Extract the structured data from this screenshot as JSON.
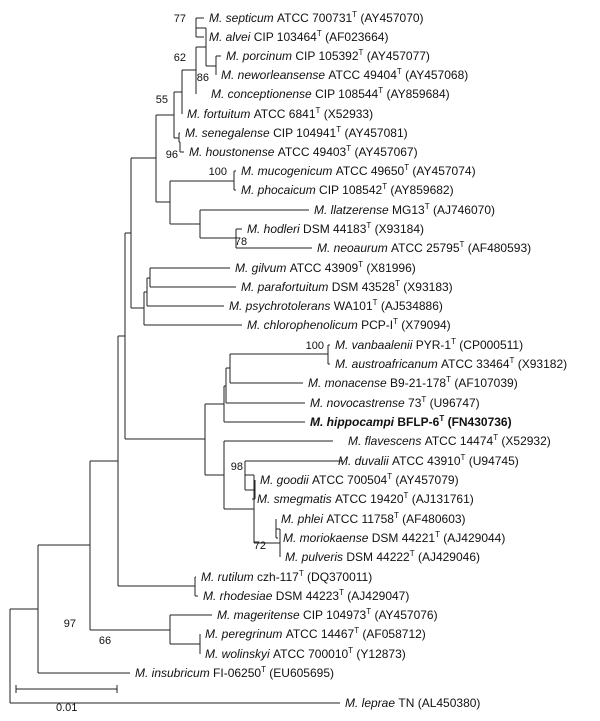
{
  "tree": {
    "taxa": [
      {
        "species": "M. septicum",
        "strain": "ATCC 700731",
        "type": "T",
        "acc": "(AY457070)"
      },
      {
        "species": "M. alvei",
        "strain": "CIP 103464",
        "type": "T",
        "acc": "(AF023664)"
      },
      {
        "species": "M. porcinum",
        "strain": "CIP 105392",
        "type": "T",
        "acc": "(AY457077)"
      },
      {
        "species": "M. neworleansense",
        "strain": "ATCC 49404",
        "type": "T",
        "acc": "(AY457068)"
      },
      {
        "species": "M. conceptionense",
        "strain": "CIP 108544",
        "type": "T",
        "acc": "(AY859684)"
      },
      {
        "species": "M. fortuitum",
        "strain": "ATCC 6841",
        "type": "T",
        "acc": "(X52933)"
      },
      {
        "species": "M. senegalense",
        "strain": "CIP 104941",
        "type": "T",
        "acc": "(AY457081)"
      },
      {
        "species": "M. houstonense",
        "strain": "ATCC 49403",
        "type": "T",
        "acc": "(AY457067)"
      },
      {
        "species": "M. mucogenicum",
        "strain": "ATCC 49650",
        "type": "T",
        "acc": "(AY457074)"
      },
      {
        "species": "M. phocaicum",
        "strain": "CIP 108542",
        "type": "T",
        "acc": "(AY859682)"
      },
      {
        "species": "M. llatzerense",
        "strain": "MG13",
        "type": "T",
        "acc": "(AJ746070)"
      },
      {
        "species": "M. hodleri",
        "strain": "DSM 44183",
        "type": "T",
        "acc": "(X93184)"
      },
      {
        "species": "M. neoaurum",
        "strain": "ATCC 25795",
        "type": "T",
        "acc": "(AF480593)"
      },
      {
        "species": "M. gilvum",
        "strain": "ATCC 43909",
        "type": "T",
        "acc": "(X81996)"
      },
      {
        "species": "M. parafortuitum",
        "strain": "DSM 43528",
        "type": "T",
        "acc": "(X93183)"
      },
      {
        "species": "M. psychrotolerans",
        "strain": "WA101",
        "type": "T",
        "acc": "(AJ534886)"
      },
      {
        "species": "M. chlorophenolicum",
        "strain": "PCP-I",
        "type": "T",
        "acc": "(X79094)"
      },
      {
        "species": "M. vanbaalenii",
        "strain": "PYR-1",
        "type": "T",
        "acc": "(CP000511)"
      },
      {
        "species": "M. austroafricanum",
        "strain": "ATCC 33464",
        "type": "T",
        "acc": "(X93182)"
      },
      {
        "species": "M. monacense",
        "strain": "B9-21-178",
        "type": "T",
        "acc": "(AF107039)"
      },
      {
        "species": "M. novocastrense",
        "strain": "73",
        "type": "T",
        "acc": "(U96747)"
      },
      {
        "species": "M. hippocampi",
        "strain": "BFLP-6",
        "type": "T",
        "acc": "(FN430736)",
        "bold": true
      },
      {
        "species": "M. flavescens",
        "strain": "ATCC 14474",
        "type": "T",
        "acc": "(X52932)"
      },
      {
        "species": "M. duvalii",
        "strain": "ATCC 43910",
        "type": "T",
        "acc": "(U94745)"
      },
      {
        "species": "M. goodii",
        "strain": "ATCC 700504",
        "type": "T",
        "acc": "(AY457079)"
      },
      {
        "species": "M. smegmatis",
        "strain": "ATCC 19420",
        "type": "T",
        "acc": "(AJ131761)"
      },
      {
        "species": "M. phlei",
        "strain": "ATCC 11758",
        "type": "T",
        "acc": "(AF480603)"
      },
      {
        "species": "M. moriokaense",
        "strain": "DSM 44221",
        "type": "T",
        "acc": "(AJ429044)"
      },
      {
        "species": "M. pulveris",
        "strain": "DSM 44222",
        "type": "T",
        "acc": "(AJ429046)"
      },
      {
        "species": "M. rutilum",
        "strain": "czh-117",
        "type": "T",
        "acc": "(DQ370011)"
      },
      {
        "species": "M. rhodesiae",
        "strain": "DSM 44223",
        "type": "T",
        "acc": "(AJ429047)"
      },
      {
        "species": "M. mageritense",
        "strain": "CIP 104973",
        "type": "T",
        "acc": "(AY457076)"
      },
      {
        "species": "M. peregrinum",
        "strain": "ATCC 14467",
        "type": "T",
        "acc": "(AF058712)"
      },
      {
        "species": "M. wolinskyi",
        "strain": "ATCC 700010",
        "type": "T",
        "acc": "(Y12873)"
      },
      {
        "species": "M. insubricum",
        "strain": "FI-06250",
        "type": "T",
        "acc": "(EU605695)"
      },
      {
        "species": "M. leprae",
        "strain": "TN",
        "type": "",
        "acc": "(AL450380)"
      }
    ],
    "bootstrap": [
      "77",
      "62",
      "86",
      "55",
      "96",
      "100",
      "78",
      "100",
      "98",
      "72",
      "97",
      "66"
    ],
    "scale": {
      "label": "0.01"
    }
  }
}
